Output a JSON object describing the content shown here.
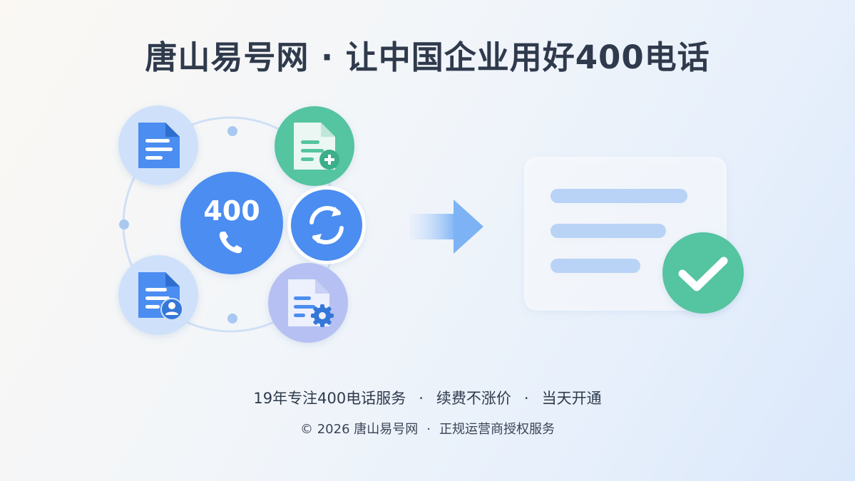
{
  "title": "唐山易号网 · 让中国企业用好400电话",
  "badge": {
    "number": "400"
  },
  "taglines": [
    "19年专注400电话服务",
    "续费不涨价",
    "当天开通"
  ],
  "footer": {
    "copyright": "© 2026 唐山易号网",
    "note": "正规运营商授权服务"
  },
  "separator": "·",
  "icons": [
    "document-icon",
    "document-add-icon",
    "phone-icon",
    "refresh-icon",
    "document-user-icon",
    "document-settings-icon",
    "arrow-right-icon",
    "checkmark-icon"
  ],
  "colors": {
    "primary_blue": "#4b8df0",
    "teal": "#4cc3a0",
    "purple": "#9aa7ec",
    "title_text": "#2f3a4c"
  }
}
